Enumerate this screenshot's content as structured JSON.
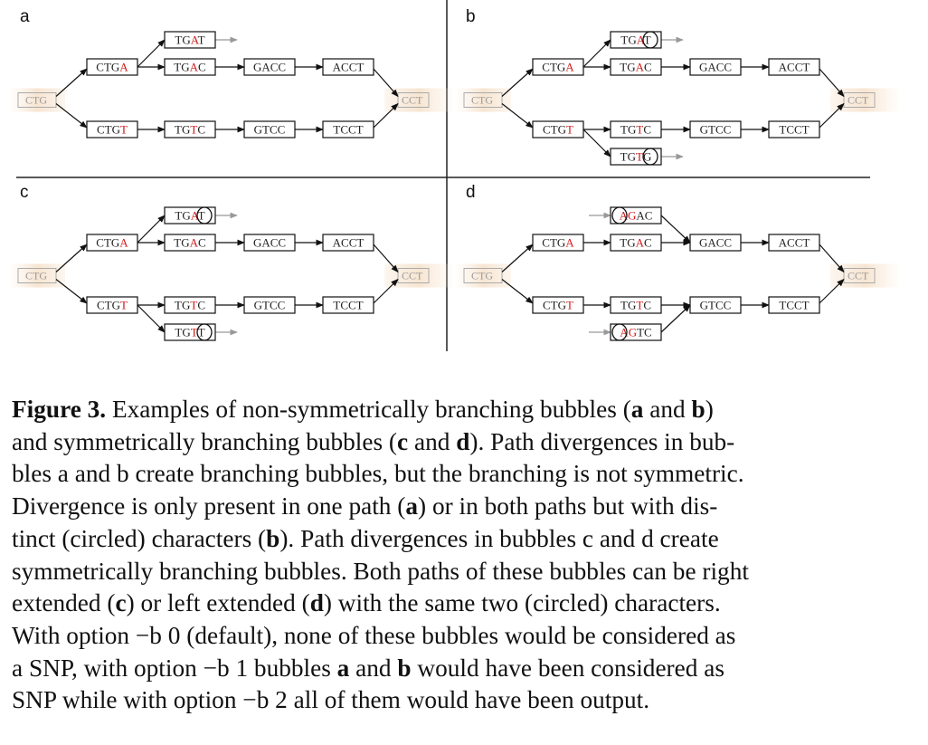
{
  "panels": {
    "a": {
      "label": "a",
      "left": "CTG",
      "right": "CCT",
      "top_path": [
        [
          "CTG",
          "A"
        ],
        [
          "TG",
          "A",
          "C"
        ],
        [
          "GACC"
        ],
        [
          "ACCT"
        ]
      ],
      "bottom_path": [
        [
          "CTG",
          "T"
        ],
        [
          "TG",
          "T",
          "C"
        ],
        [
          "GTCC"
        ],
        [
          "TCCT"
        ]
      ],
      "extra_top": [
        "TG",
        "A",
        "T"
      ],
      "extra_bottom": null
    },
    "b": {
      "label": "b",
      "left": "CTG",
      "right": "CCT",
      "top_path": [
        [
          "CTG",
          "A"
        ],
        [
          "TG",
          "A",
          "C"
        ],
        [
          "GACC"
        ],
        [
          "ACCT"
        ]
      ],
      "bottom_path": [
        [
          "CTG",
          "T"
        ],
        [
          "TG",
          "T",
          "C"
        ],
        [
          "GTCC"
        ],
        [
          "TCCT"
        ]
      ],
      "extra_top": [
        "TG",
        "A",
        "T"
      ],
      "extra_bottom": [
        "TG",
        "T",
        "G"
      ]
    },
    "c": {
      "label": "c",
      "left": "CTG",
      "right": "CCT",
      "top_path": [
        [
          "CTG",
          "A"
        ],
        [
          "TG",
          "A",
          "C"
        ],
        [
          "GACC"
        ],
        [
          "ACCT"
        ]
      ],
      "bottom_path": [
        [
          "CTG",
          "T"
        ],
        [
          "TG",
          "T",
          "C"
        ],
        [
          "GTCC"
        ],
        [
          "TCCT"
        ]
      ],
      "extra_top": [
        "TG",
        "A",
        "T"
      ],
      "extra_bottom": [
        "TG",
        "T",
        "T"
      ]
    },
    "d": {
      "label": "d",
      "left": "CTG",
      "right": "CCT",
      "top_path": [
        [
          "CTG",
          "A"
        ],
        [
          "TG",
          "A",
          "C"
        ],
        [
          "GACC"
        ],
        [
          "ACCT"
        ]
      ],
      "bottom_path": [
        [
          "CTG",
          "T"
        ],
        [
          "TG",
          "T",
          "C"
        ],
        [
          "GTCC"
        ],
        [
          "TCCT"
        ]
      ],
      "extra_top": [
        "A",
        "G",
        "AC"
      ],
      "extra_bottom": [
        "A",
        "G",
        "TC"
      ]
    }
  },
  "caption": {
    "figure_label": "Figure 3.",
    "lines": [
      [
        [
          "t",
          " Examples of non-symmetrically branching bubbles ("
        ],
        [
          "b",
          "a"
        ],
        [
          "t",
          " and "
        ],
        [
          "b",
          "b"
        ],
        [
          "t",
          ")"
        ]
      ],
      [
        [
          "t",
          "and symmetrically branching bubbles ("
        ],
        [
          "b",
          "c"
        ],
        [
          "t",
          " and "
        ],
        [
          "b",
          "d"
        ],
        [
          "t",
          "). Path divergences in bub-"
        ]
      ],
      [
        [
          "t",
          "bles a and b create branching bubbles, but the branching is not symmetric."
        ]
      ],
      [
        [
          "t",
          "Divergence is only present in one path ("
        ],
        [
          "b",
          "a"
        ],
        [
          "t",
          ") or in both paths but with dis-"
        ]
      ],
      [
        [
          "t",
          "tinct (circled) characters ("
        ],
        [
          "b",
          "b"
        ],
        [
          "t",
          "). Path divergences in bubbles c and d create"
        ]
      ],
      [
        [
          "t",
          "symmetrically branching bubbles. Both paths of these bubbles can be right"
        ]
      ],
      [
        [
          "t",
          "extended ("
        ],
        [
          "b",
          "c"
        ],
        [
          "t",
          ") or left extended ("
        ],
        [
          "b",
          "d"
        ],
        [
          "t",
          ") with the same two (circled) characters."
        ]
      ],
      [
        [
          "t",
          "With option −b 0 (default), none of these bubbles would be considered as"
        ]
      ],
      [
        [
          "t",
          "a SNP, with option −b 1 bubbles "
        ],
        [
          "b",
          "a"
        ],
        [
          "t",
          " and "
        ],
        [
          "b",
          "b"
        ],
        [
          "t",
          " would have been considered as"
        ]
      ],
      [
        [
          "t",
          "SNP while with option −b 2 all of them would have been output."
        ]
      ]
    ]
  }
}
